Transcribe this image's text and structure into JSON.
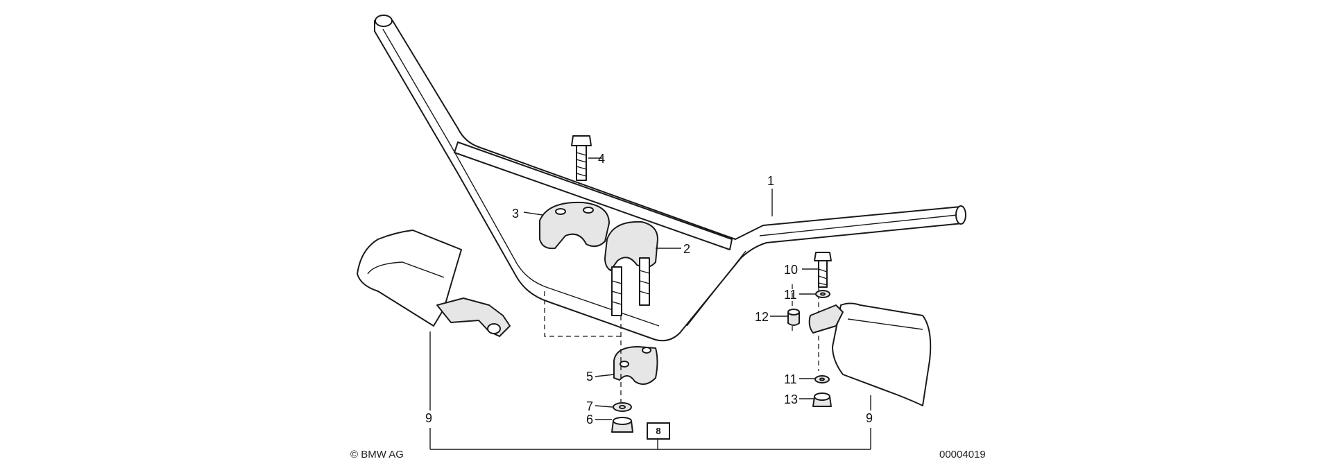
{
  "diagram": {
    "copyright": "© BMW AG",
    "drawing_number": "00004019",
    "callouts": [
      {
        "id": "1",
        "label": "1"
      },
      {
        "id": "2",
        "label": "2"
      },
      {
        "id": "3",
        "label": "3"
      },
      {
        "id": "4",
        "label": "4"
      },
      {
        "id": "5",
        "label": "5"
      },
      {
        "id": "6",
        "label": "6"
      },
      {
        "id": "7",
        "label": "7"
      },
      {
        "id": "8",
        "label": "8"
      },
      {
        "id": "9L",
        "label": "9"
      },
      {
        "id": "9R",
        "label": "9"
      },
      {
        "id": "10",
        "label": "10"
      },
      {
        "id": "11a",
        "label": "11"
      },
      {
        "id": "11b",
        "label": "11"
      },
      {
        "id": "12",
        "label": "12"
      },
      {
        "id": "13",
        "label": "13"
      }
    ]
  }
}
